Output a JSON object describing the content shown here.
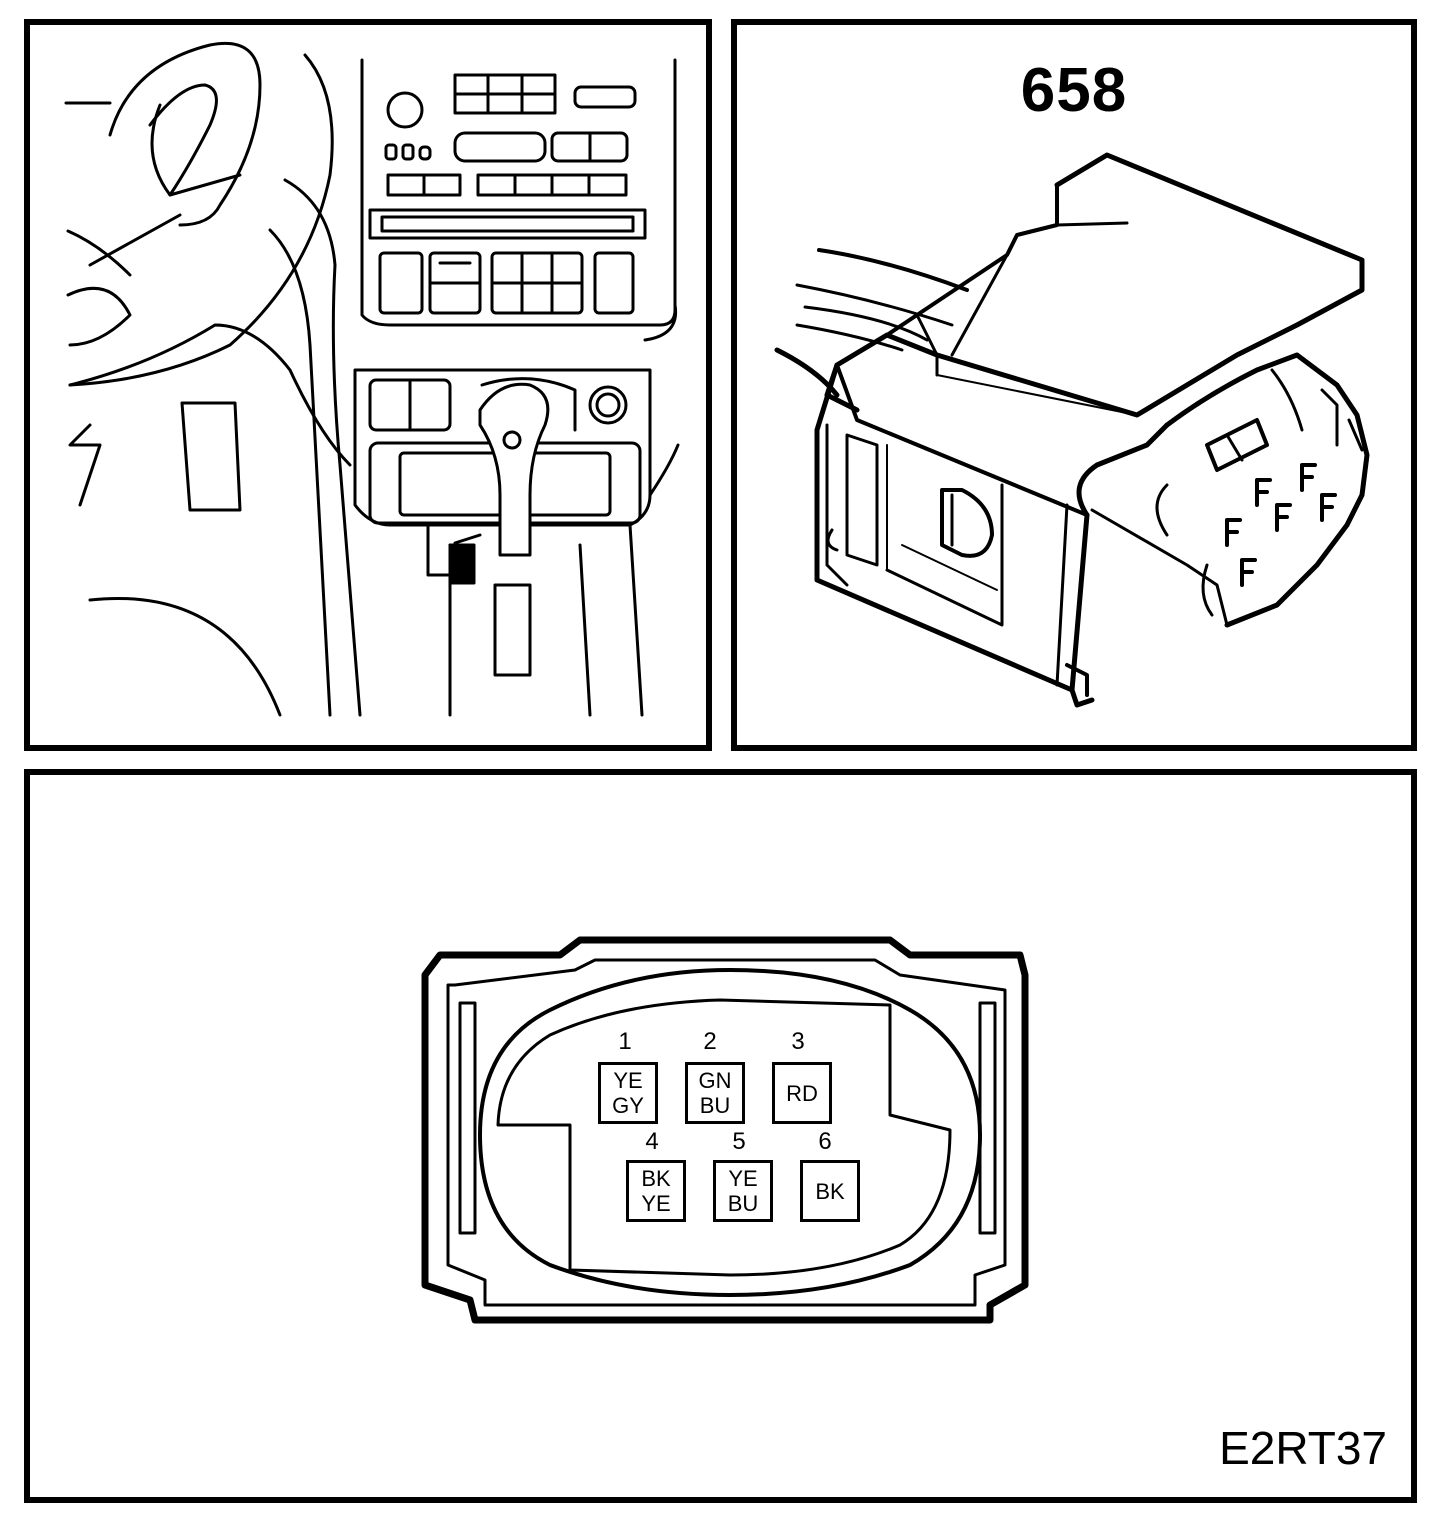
{
  "connector": {
    "number": "658"
  },
  "reference": {
    "code": "E2RT37"
  },
  "pins": [
    {
      "num": "1",
      "colors": [
        "YE",
        "GY"
      ]
    },
    {
      "num": "2",
      "colors": [
        "GN",
        "BU"
      ]
    },
    {
      "num": "3",
      "colors": [
        "RD"
      ]
    },
    {
      "num": "4",
      "colors": [
        "BK",
        "YE"
      ]
    },
    {
      "num": "5",
      "colors": [
        "YE",
        "BU"
      ]
    },
    {
      "num": "6",
      "colors": [
        "BK"
      ]
    }
  ]
}
